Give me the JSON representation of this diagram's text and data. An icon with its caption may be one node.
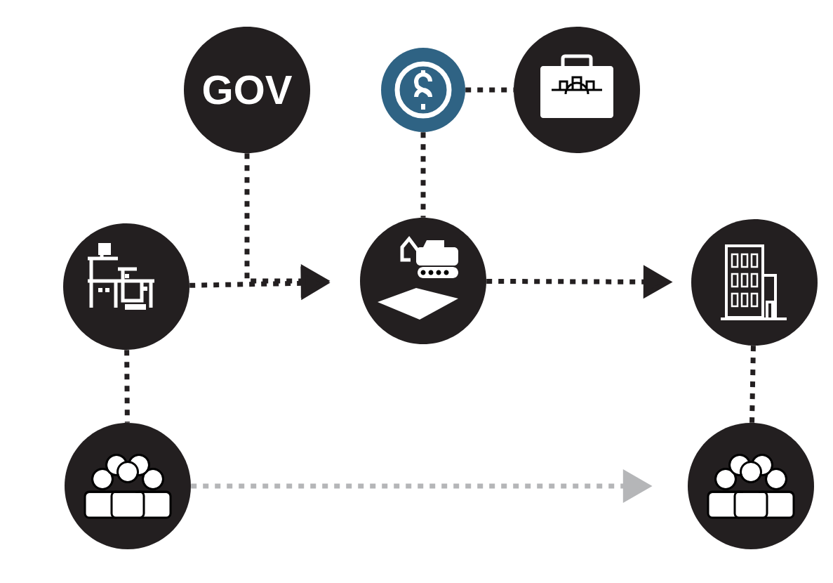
{
  "diagram": {
    "nodes": [
      {
        "text": [
          "GOV"
        ]
      },
      {
        "text": [],
        "shape": "circle"
      },
      {
        "text": [],
        "shape": "circle"
      },
      {
        "text": [],
        "shape": "circle"
      },
      {
        "text": [],
        "shape": "circle"
      },
      {
        "text": [],
        "shape": "circle"
      },
      {
        "text": [],
        "shape": "circle"
      },
      {
        "text": [],
        "shape": "circle"
      }
    ],
    "edges": [
      {
        "from": 0,
        "to": 4,
        "arrow": "to"
      },
      {
        "from": 1,
        "to": 2,
        "arrow": "none"
      },
      {
        "from": 1,
        "to": 4,
        "arrow": "none"
      },
      {
        "from": 3,
        "to": 4,
        "arrow": "to"
      },
      {
        "from": 4,
        "to": 5,
        "arrow": "to"
      },
      {
        "from": 3,
        "to": 6,
        "arrow": "none"
      },
      {
        "from": 5,
        "to": 7,
        "arrow": "none"
      },
      {
        "from": 6,
        "to": 7,
        "arrow": "to",
        "color": "#b5b6b8"
      }
    ]
  }
}
